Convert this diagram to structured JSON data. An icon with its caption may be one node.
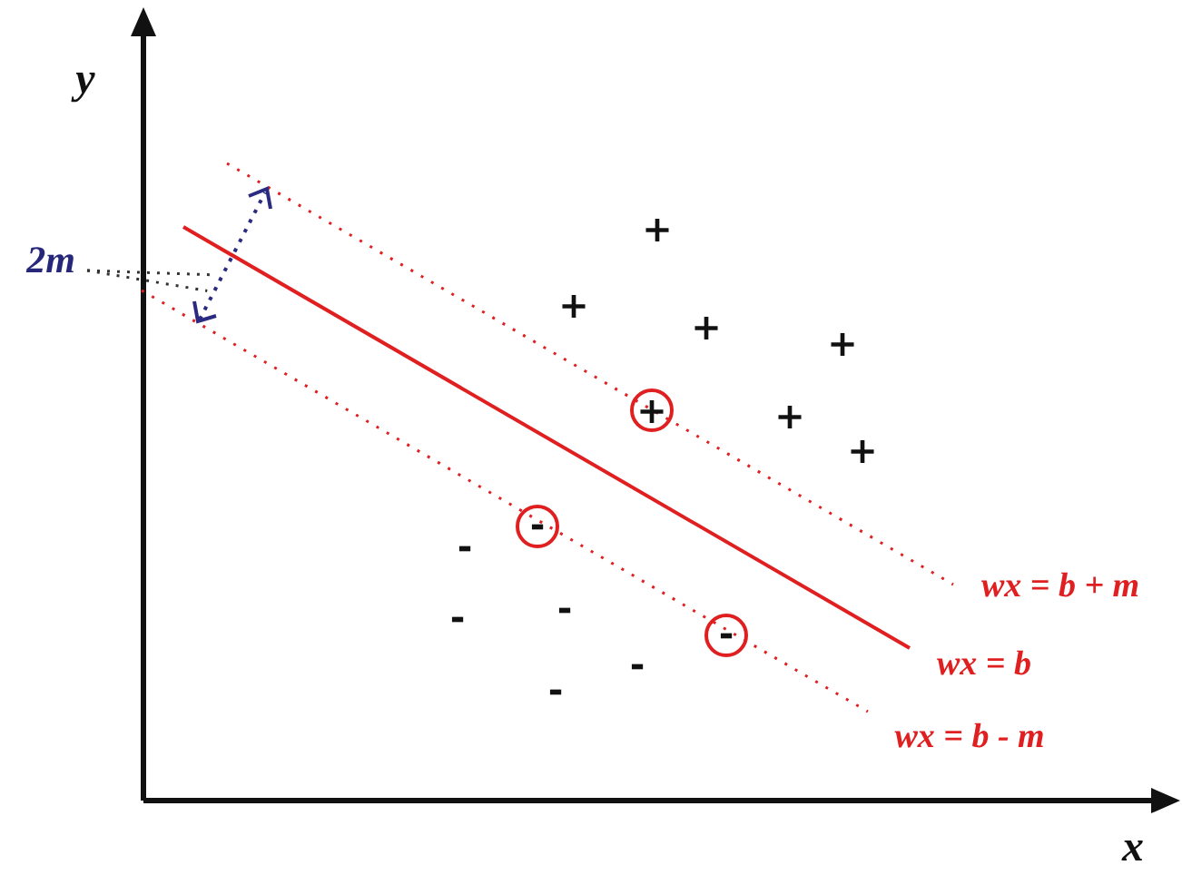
{
  "diagram": {
    "nodes": [
      {
        "text": [
          "2m"
        ]
      },
      {
        "text": [],
        "shape": "arrow"
      }
    ],
    "edges": [
      {
        "from": 0,
        "to": 1,
        "arrow": "none",
        "style": "dashed"
      },
      {
        "from": 0,
        "to": 1,
        "arrow": "none",
        "style": "dashed"
      }
    ],
    "labels": [
      "y",
      "+",
      "+",
      "+",
      "+",
      "+",
      "+",
      "+",
      "-",
      "-",
      "-",
      "-",
      "-",
      "-",
      "-",
      "wx = b + m",
      "wx = b",
      "wx = b - m",
      "x"
    ]
  }
}
